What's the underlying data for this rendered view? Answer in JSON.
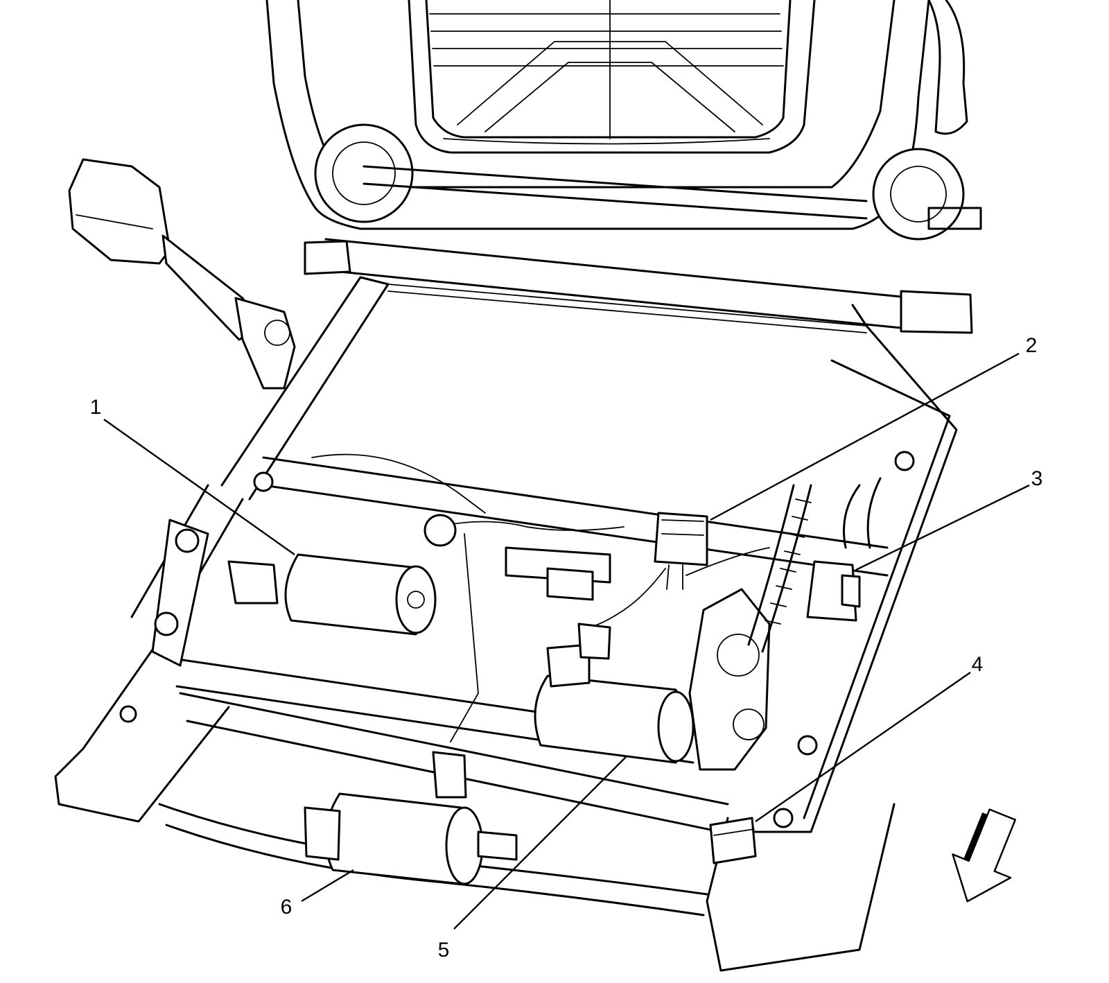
{
  "callouts": [
    {
      "id": "1",
      "label": "1"
    },
    {
      "id": "2",
      "label": "2"
    },
    {
      "id": "3",
      "label": "3"
    },
    {
      "id": "4",
      "label": "4"
    },
    {
      "id": "5",
      "label": "5"
    },
    {
      "id": "6",
      "label": "6"
    }
  ],
  "direction_arrow": {
    "icon": "front-direction-arrow-icon"
  },
  "colors": {
    "line": "#000000",
    "background": "#ffffff"
  }
}
